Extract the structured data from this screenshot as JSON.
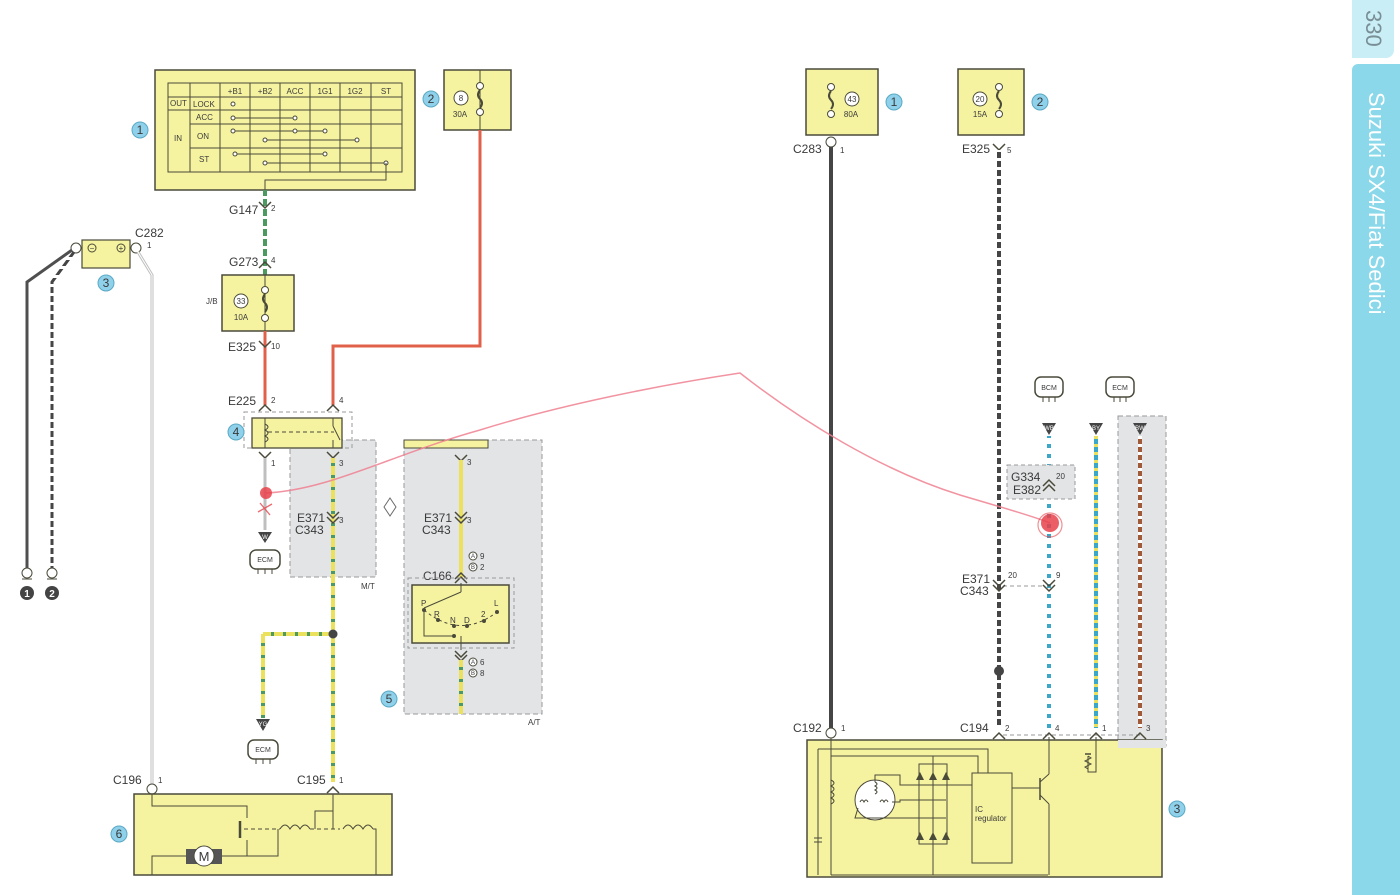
{
  "page": {
    "number": "330",
    "title": "Suzuki SX4/Fiat Sedici"
  },
  "colors": {
    "component_fill": "#f6f3a0",
    "component_border": "#4a4a3a",
    "callout_fill": "#8fd0ea",
    "shaded_area": "#e3e4e6",
    "wire_red": "#e0604a",
    "wire_dark": "#454545",
    "wire_green": "#4c9a5f",
    "wire_yellow": "#ece15c",
    "wire_blue": "#3aa6c8",
    "wire_brown": "#a05a3a",
    "annotation_red": "#e8424a",
    "sidebar": "#8ad8ea"
  },
  "ignition_switch": {
    "callout": "1",
    "columns": [
      "+B1",
      "+B2",
      "ACC",
      "1G1",
      "1G2",
      "ST"
    ],
    "side_out": "OUT",
    "side_in": "IN",
    "rows": [
      "LOCK",
      "ACC",
      "ON",
      "ST"
    ]
  },
  "left": {
    "fuse_main": {
      "callout": "2",
      "number": "8",
      "rating": "30A"
    },
    "battery": {
      "callout": "3",
      "connector": "C282",
      "pin": "1",
      "minus": "−",
      "plus": "+"
    },
    "grounds": [
      "1",
      "2"
    ],
    "conn_g147": {
      "name": "G147",
      "pin": "2"
    },
    "conn_g273": {
      "name": "G273",
      "pin": "4"
    },
    "fuse_jb": {
      "location": "J/B",
      "number": "33",
      "rating": "10A"
    },
    "conn_e325": {
      "name": "E325",
      "pin": "10"
    },
    "relay": {
      "callout": "4",
      "connector": "E225",
      "pin_coil": "2",
      "pin_switch": "4",
      "pin_out_left": "1",
      "pin_out_right": "3"
    },
    "ecm_wire_color": "W",
    "ecm_label": "ECM",
    "mt_connector": {
      "name1": "E371",
      "name2": "C343",
      "pin": "3"
    },
    "mt_label": "M/T",
    "at_label": "A/T",
    "at_connector_pin": "3",
    "at_connector": {
      "name1": "E371",
      "name2": "C343",
      "pin": "3"
    },
    "c166": {
      "name": "C166",
      "a_pin_top": "9",
      "b_pin_top": "2",
      "a_pin_bottom": "6",
      "b_pin_bottom": "8",
      "a": "A",
      "b": "B"
    },
    "selector_positions": [
      "P",
      "R",
      "N",
      "D",
      "2",
      "L"
    ],
    "at_callout": "5",
    "yg_wire_color": "YG",
    "ecm_label_2": "ECM",
    "starter": {
      "callout": "6",
      "connector_c196": "C196",
      "pin_c196": "1",
      "connector_c195": "C195",
      "pin_c195": "1",
      "motor": "M"
    }
  },
  "right": {
    "fuse_80a": {
      "callout": "1",
      "number": "43",
      "rating": "80A",
      "connector": "C283",
      "pin": "1"
    },
    "fuse_15a": {
      "callout": "2",
      "number": "20",
      "rating": "15A",
      "connector": "E325",
      "pin": "5"
    },
    "bcm_label": "BCM",
    "ecm_label": "ECM",
    "wire_colors": [
      "WB",
      "BY",
      "BW"
    ],
    "g334": {
      "name1": "G334",
      "name2": "E382",
      "pin": "20"
    },
    "e371": {
      "name1": "E371",
      "name2": "C343",
      "pin_left": "20",
      "pin_right": "9"
    },
    "c192": {
      "name": "C192",
      "pin": "1"
    },
    "c194": {
      "name": "C194",
      "pins": [
        "2",
        "4",
        "1",
        "3"
      ]
    },
    "alternator": {
      "callout": "3",
      "regulator_line1": "IC",
      "regulator_line2": "regulator"
    }
  }
}
